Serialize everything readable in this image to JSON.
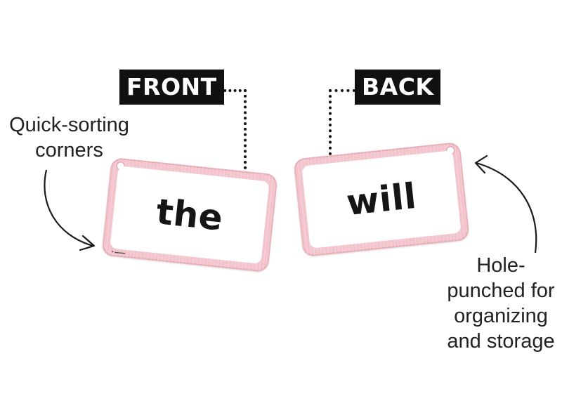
{
  "labels": {
    "front": "FRONT",
    "back": "BACK"
  },
  "callouts": {
    "left": [
      "Quick-sorting",
      "corners"
    ],
    "right": [
      "Hole-",
      "punched for",
      "organizing",
      "and storage"
    ]
  },
  "cards": {
    "front_word": "the",
    "back_word": "will"
  },
  "colors": {
    "card_border": "#f3c3cc",
    "tag_background": "#111111",
    "tag_text": "#ffffff"
  }
}
